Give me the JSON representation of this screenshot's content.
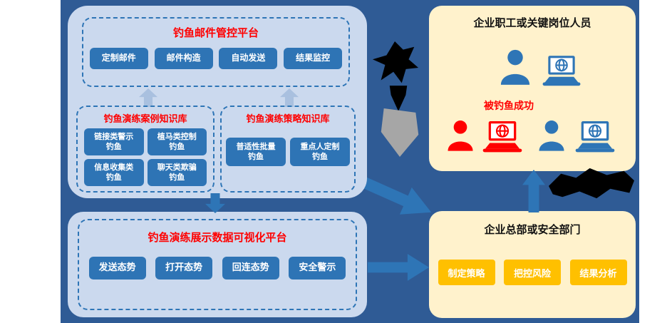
{
  "diagram": {
    "left_top": {
      "platform": {
        "title": "钓鱼邮件管控平台",
        "buttons": [
          "定制邮件",
          "邮件构造",
          "自动发送",
          "结果监控"
        ]
      },
      "case_kb": {
        "title": "钓鱼演练案例知识库",
        "buttons": [
          "链接类警示钓鱼",
          "植马类控制钓鱼",
          "信息收集类钓鱼",
          "聊天类欺骗钓鱼"
        ]
      },
      "strategy_kb": {
        "title": "钓鱼演练策略知识库",
        "buttons": [
          "普适性批量钓鱼",
          "重点人定制钓鱼"
        ]
      }
    },
    "left_bottom": {
      "title": "钓鱼演练展示数据可视化平台",
      "buttons": [
        "发送态势",
        "打开态势",
        "回连态势",
        "安全警示"
      ]
    },
    "right_top": {
      "title": "企业职工或关键岗位人员",
      "caption": "被钓鱼成功"
    },
    "right_bottom": {
      "title": "企业总部或安全部门",
      "buttons": [
        "制定策略",
        "把控风险",
        "结果分析"
      ]
    },
    "colors": {
      "background": "#2F5B95",
      "panel_blue": "#CBD9EE",
      "panel_yellow": "#FFF2CC",
      "button_blue": "#2E74B5",
      "button_orange": "#FFC000",
      "title_red": "#FF0000",
      "arrow_light_blue": "#A9C0DF",
      "arrow_blue": "#2E75B6",
      "shape_gray": "#A6A6A6",
      "shape_black": "#000000",
      "icon_blue": "#2E75B6",
      "icon_red": "#FF0000"
    }
  }
}
